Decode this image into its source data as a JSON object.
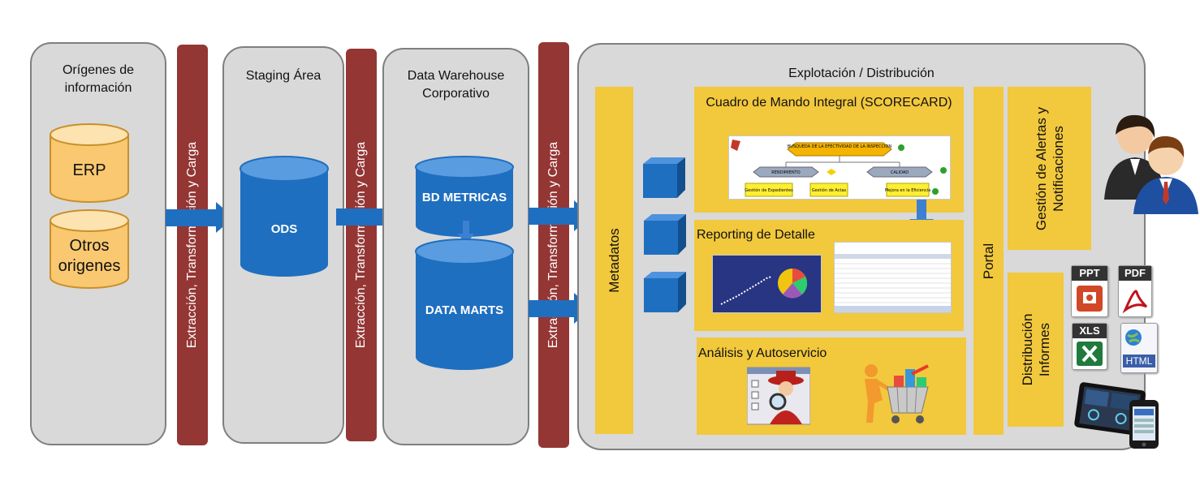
{
  "sources_panel": {
    "title_line1": "Orígenes de",
    "title_line2": "información"
  },
  "sources": {
    "erp": "ERP",
    "other_line1": "Otros",
    "other_line2": "origenes"
  },
  "etl_label": "Extracción, Transformación y Carga",
  "staging_panel": {
    "title": "Staging Área",
    "ods": "ODS"
  },
  "dw_panel": {
    "title_line1": "Data Warehouse",
    "title_line2": "Corporativo",
    "metrics": "BD METRICAS",
    "marts": "DATA MARTS"
  },
  "exploit_panel": {
    "title": "Explotación / Distribución"
  },
  "metadata_label": "Metadatos",
  "portal_label": "Portal",
  "scorecard": {
    "title": "Cuadro de Mando Integral (SCORECARD)",
    "node_top": "BUSQUEDA DE LA EFECTIVIDAD DE LA INSPECCION",
    "node_left": "RENDIMIENTO",
    "node_right": "CALIDAD",
    "leaf_1": "Gestión de Expedientes",
    "leaf_2": "Gestión de Actas",
    "leaf_3": "Mejora en la Eficiencia"
  },
  "reporting": {
    "title": "Reporting de Detalle"
  },
  "analysis": {
    "title": "Análisis y Autoservicio"
  },
  "alerts": {
    "line1": "Gestión de Alertas y",
    "line2": "Notificaciones"
  },
  "distribution": {
    "line1": "Distribución",
    "line2": "Informes"
  },
  "file_icons": {
    "ppt": "PPT",
    "pdf": "PDF",
    "xls": "XLS",
    "html": "HTML"
  },
  "colors": {
    "panel": "#d9d9d9",
    "etl_bar": "#943634",
    "blue": "#1f6fc0",
    "yellow": "#f2c83c",
    "source_cyl": "#f9c870"
  }
}
